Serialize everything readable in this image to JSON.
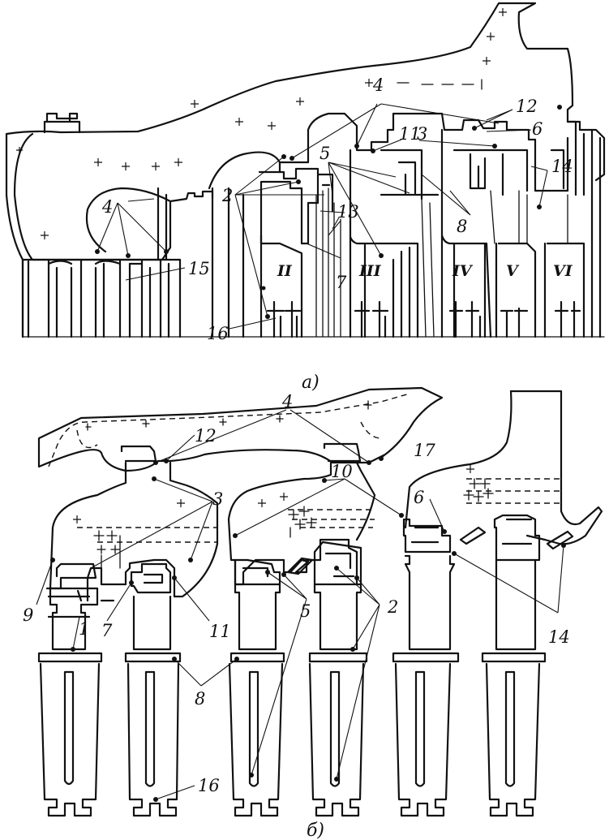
{
  "figure": {
    "caption_a": "а)",
    "caption_b": "б)"
  },
  "stage_labels": [
    "II",
    "III",
    "IV",
    "V",
    "VI"
  ],
  "labels_a": [
    "4",
    "15",
    "2",
    "13",
    "7",
    "16",
    "4",
    "12",
    "11",
    "3",
    "6",
    "5",
    "8",
    "14"
  ],
  "labels_b": [
    "4",
    "12",
    "17",
    "3",
    "10",
    "9",
    "1",
    "7",
    "11",
    "8",
    "5",
    "2",
    "6",
    "14",
    "16"
  ]
}
